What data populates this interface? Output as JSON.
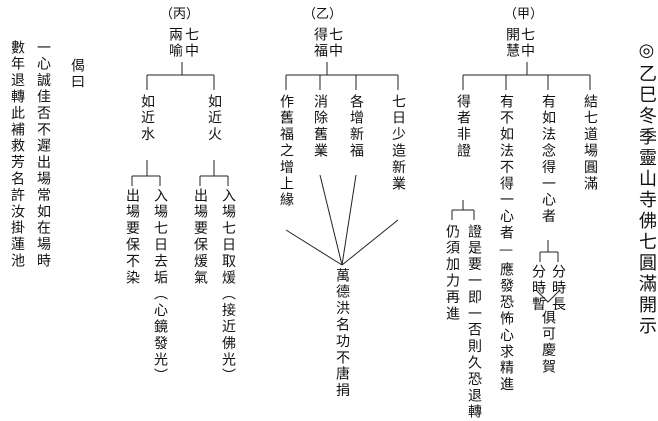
{
  "title": "◎乙巳冬季靈山寺佛七圓滿開示",
  "sections": {
    "jia": {
      "label": "（甲）",
      "head_col1": "七中",
      "head_col2": "開慧",
      "branches": [
        "結七道場圓滿",
        "有如法念得一心者",
        "有不如法不得一心者",
        "得者非證"
      ],
      "time_long": "分時長",
      "time_short": "分時暫",
      "result_rejoice": "俱可慶賀",
      "not_single_result": "應發恐怖心求精進",
      "dash": "—",
      "proof_col1": "證是要一即一否則久恐退轉",
      "proof_col2": "仍須加力再進"
    },
    "yi": {
      "label": "（乙）",
      "head_col1": "七中",
      "head_col2": "得福",
      "branches": [
        "七日少造新業",
        "各增新福",
        "消除舊業",
        "作舊福之增上緣"
      ],
      "merit": "萬德洪名功不唐捐"
    },
    "bing": {
      "label": "（丙）",
      "head_col1": "七中",
      "head_col2": "兩喻",
      "fire": {
        "label": "如近火",
        "col1": "入場七日取煖（接近佛光）",
        "col2": "出場要保煖氣"
      },
      "water": {
        "label": "如近水",
        "col1": "入場七日去垢（心鏡發光）",
        "col2": "出場要保不染"
      }
    },
    "verse": {
      "label": "偈曰",
      "line1": "一心誠佳否不遲出場常如在場時",
      "line2": "數年退轉此補救芳名許汝掛蓮池"
    }
  }
}
